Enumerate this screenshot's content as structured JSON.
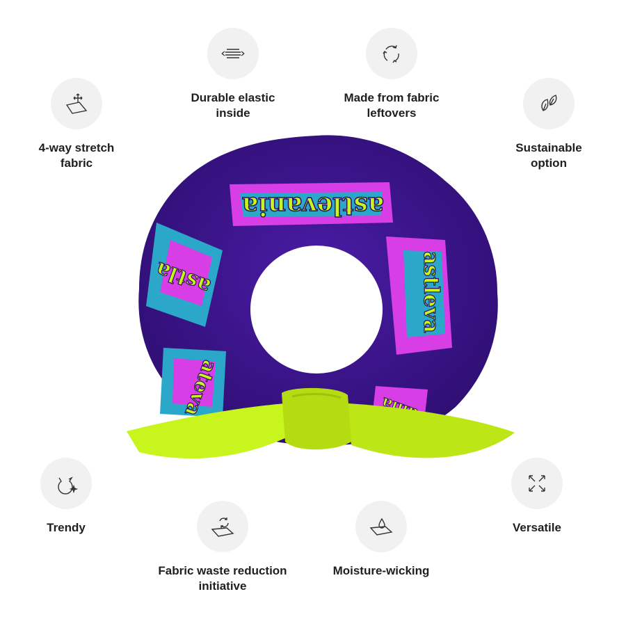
{
  "features": [
    {
      "id": "stretch",
      "label": "4-way stretch\nfabric",
      "icon": "stretch-fabric-icon"
    },
    {
      "id": "elastic",
      "label": "Durable elastic\ninside",
      "icon": "elastic-icon"
    },
    {
      "id": "leftovers",
      "label": "Made from fabric\nleftovers",
      "icon": "recycle-icon"
    },
    {
      "id": "sustainable",
      "label": "Sustainable\noption",
      "icon": "leaves-icon"
    },
    {
      "id": "trendy",
      "label": "Trendy",
      "icon": "cat-sparkle-icon"
    },
    {
      "id": "waste",
      "label": "Fabric waste reduction\ninitiative",
      "icon": "fabric-recycle-icon"
    },
    {
      "id": "moisture",
      "label": "Moisture-wicking",
      "icon": "droplet-fabric-icon"
    },
    {
      "id": "versatile",
      "label": "Versatile",
      "icon": "expand-arrows-icon"
    }
  ],
  "product": {
    "name": "scrunchie",
    "print_text": "astlevania",
    "colors": {
      "base": "#3d1590",
      "bow": "#c8f51d",
      "pink": "#d83ee6",
      "teal": "#2ba8c9",
      "lime": "#c8f51d"
    }
  }
}
